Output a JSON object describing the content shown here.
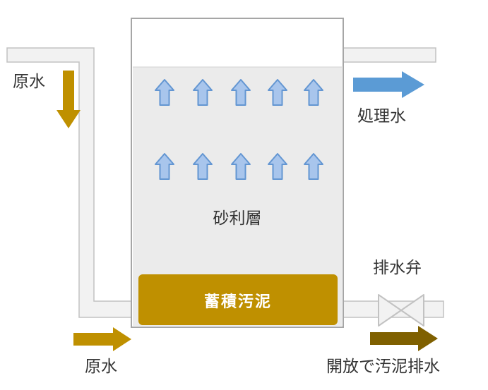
{
  "diagram": {
    "labels": {
      "raw_water_top": "原水",
      "raw_water_bottom": "原水",
      "treated_water": "処理水",
      "gravel_layer": "砂利層",
      "accumulated_sludge": "蓄積汚泥",
      "drain_valve": "排水弁",
      "open_sludge_drain": "開放で汚泥排水"
    }
  },
  "colors": {
    "gold": "#BF9000",
    "dark_brown": "#7F6000",
    "blue": "#5B9BD5",
    "light_blue": "#A8C5EC",
    "light_blue_border": "#6396D2",
    "pipe_fill": "#F2F2F2",
    "pipe_border": "#C2C2C2",
    "tank_fill": "#EBEBEB",
    "tank_border": "#A6A6A6",
    "sludge_text": "#FFFFFF",
    "text": "#333333"
  }
}
